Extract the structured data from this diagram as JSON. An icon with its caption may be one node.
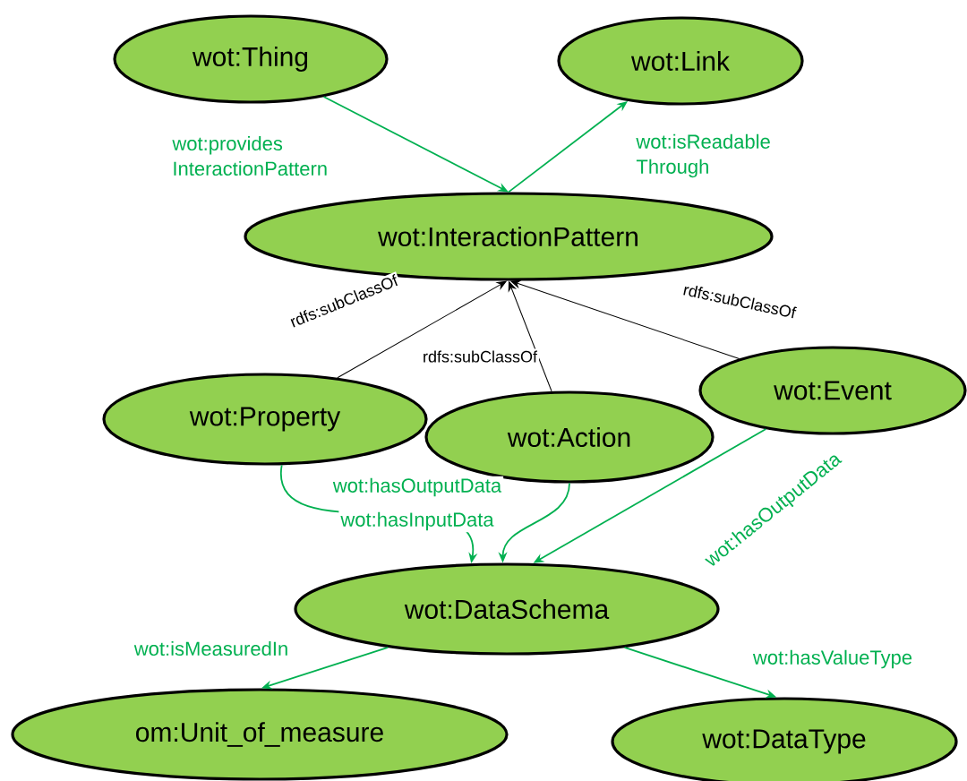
{
  "diagram": {
    "nodes": [
      {
        "text": [
          "wot:Thing"
        ]
      },
      {
        "text": [
          "wot:Link"
        ]
      },
      {
        "text": [
          "wot:InteractionPattern"
        ]
      },
      {
        "text": [
          "wot:Property"
        ]
      },
      {
        "text": [
          "wot:Action"
        ]
      },
      {
        "text": [
          "wot:Event"
        ]
      },
      {
        "text": [
          "wot:DataSchema"
        ]
      },
      {
        "text": [
          "om:Unit_of_measure"
        ]
      },
      {
        "text": [
          "wot:DataType"
        ]
      }
    ],
    "edges": [
      {
        "from": 0,
        "to": 2,
        "arrow": "to",
        "label": "wot:provides InteractionPattern"
      },
      {
        "from": 2,
        "to": 1,
        "arrow": "to",
        "label": "wot:isReadable Through"
      },
      {
        "from": 3,
        "to": 2,
        "arrow": "to",
        "label": "rdfs:subClassOf",
        "color": "#000000"
      },
      {
        "from": 4,
        "to": 2,
        "arrow": "to",
        "label": "rdfs:subClassOf",
        "color": "#000000"
      },
      {
        "from": 5,
        "to": 2,
        "arrow": "to",
        "label": "rdfs:subClassOf",
        "color": "#000000"
      },
      {
        "from": 3,
        "to": 6,
        "arrow": "to",
        "label": "wot:hasOutputData"
      },
      {
        "from": 4,
        "to": 6,
        "arrow": "to",
        "label": "wot:hasInputData"
      },
      {
        "from": 5,
        "to": 6,
        "arrow": "to",
        "label": "wot:hasOutputData"
      },
      {
        "from": 6,
        "to": 7,
        "arrow": "to",
        "label": "wot:isMeasuredIn"
      },
      {
        "from": 6,
        "to": 8,
        "arrow": "to",
        "label": "wot:hasValueType"
      }
    ]
  }
}
